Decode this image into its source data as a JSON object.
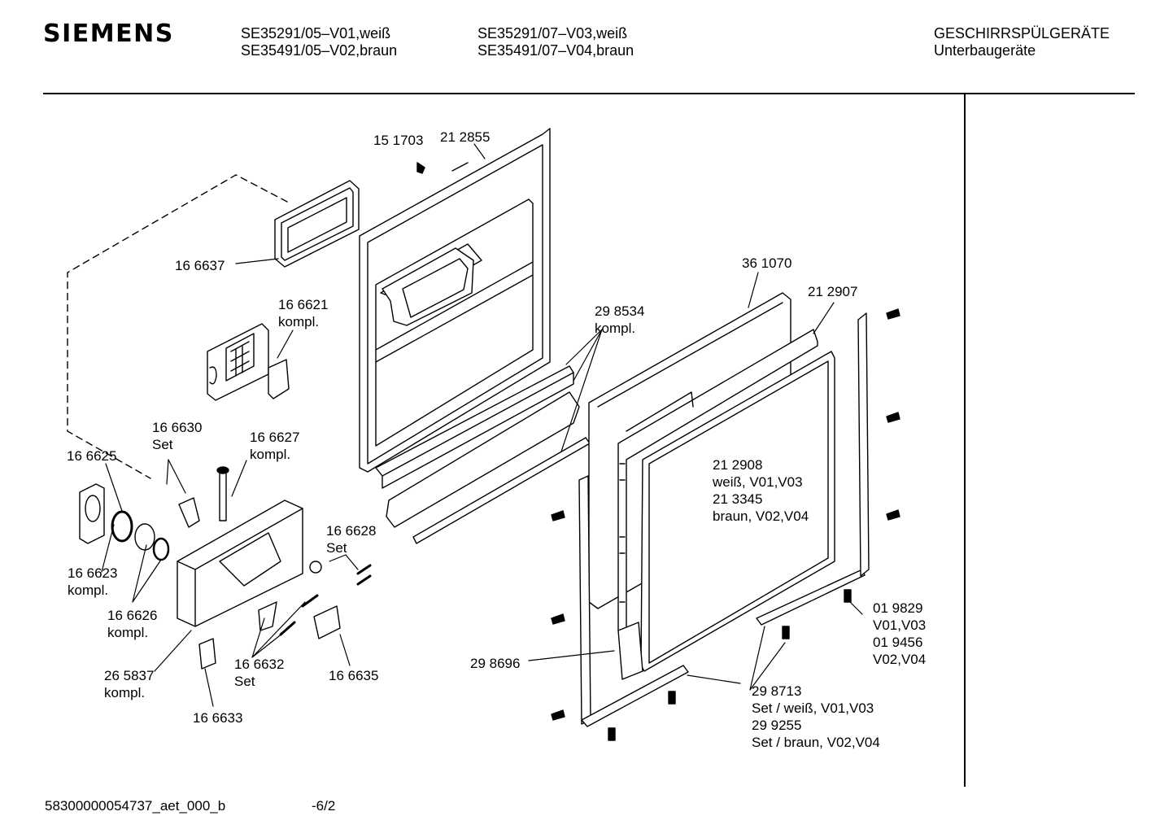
{
  "header": {
    "brand": "SIEMENS",
    "col1": [
      "SE35291/05–V01,weiß",
      "SE35491/05–V02,braun"
    ],
    "col2": [
      "SE35291/07–V03,weiß",
      "SE35491/07–V04,braun"
    ],
    "col3": [
      "GESCHIRRSPÜLGERÄTE",
      "Unterbaugeräte"
    ]
  },
  "labels": {
    "p151703": [
      "15 1703"
    ],
    "p212855": [
      "21 2855"
    ],
    "p166637": [
      "16 6637"
    ],
    "p166621": [
      "16 6621",
      "kompl."
    ],
    "p298534": [
      "29 8534",
      "kompl."
    ],
    "p361070": [
      "36 1070"
    ],
    "p212907": [
      "21 2907"
    ],
    "p166630": [
      "16 6630",
      "Set"
    ],
    "p166627": [
      "16 6627",
      "kompl."
    ],
    "p166625": [
      "16 6625"
    ],
    "p212908": [
      "21 2908",
      "weiß, V01,V03",
      "21 3345",
      "braun, V02,V04"
    ],
    "p166628": [
      "16 6628",
      "Set"
    ],
    "p166623": [
      "16 6623",
      "kompl."
    ],
    "p166626": [
      "16 6626",
      "kompl."
    ],
    "p019829": [
      "01 9829",
      "V01,V03",
      "01 9456",
      "V02,V04"
    ],
    "p265837": [
      "26 5837",
      "kompl."
    ],
    "p166632": [
      "16 6632",
      "Set"
    ],
    "p166635": [
      "16 6635"
    ],
    "p298696": [
      "29 8696"
    ],
    "p298713": [
      "29 8713",
      "Set / weiß, V01,V03",
      "29 9255",
      "Set / braun, V02,V04"
    ],
    "p166633": [
      "16 6633"
    ]
  },
  "footer": {
    "doc_id": "58300000054737_aet_000_b",
    "page": "-6/2"
  }
}
